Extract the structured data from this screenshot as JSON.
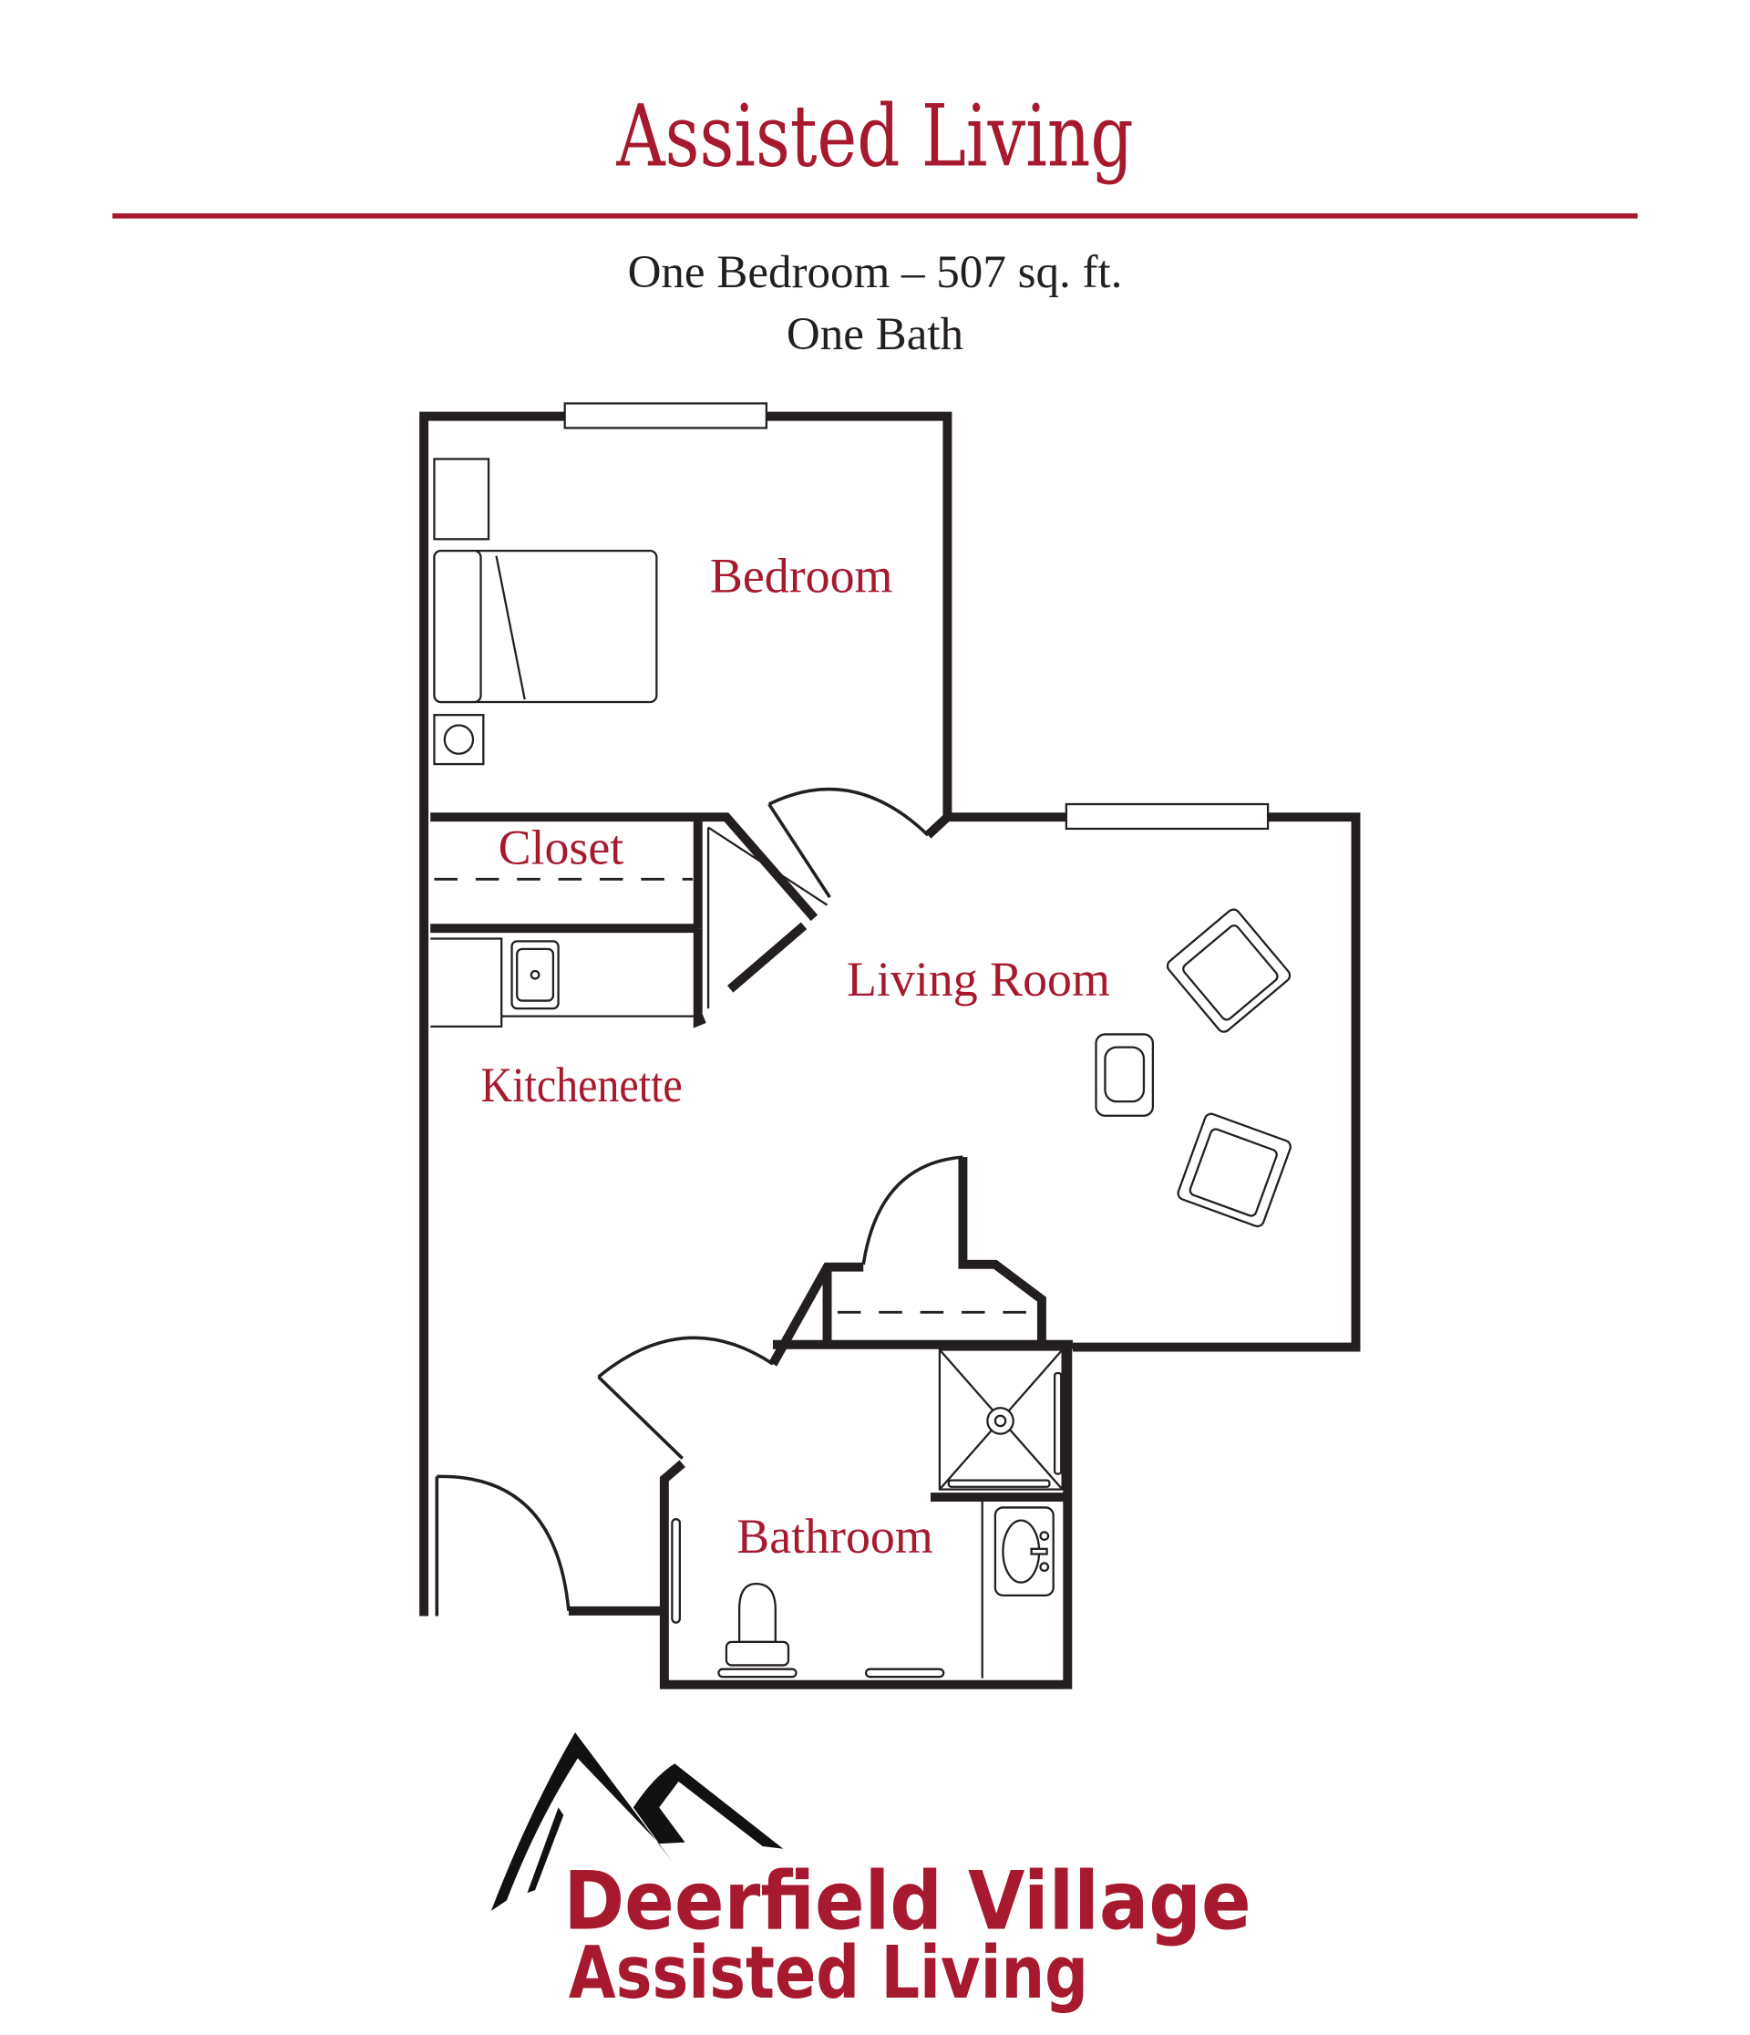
{
  "header": {
    "title": "Assisted Living",
    "unit_line": "One Bedroom – 507 sq. ft.",
    "bath_line": "One Bath"
  },
  "floor_plan": {
    "rooms": {
      "bedroom": "Bedroom",
      "closet": "Closet",
      "kitchenette": "Kitchenette",
      "living_room": "Living Room",
      "bathroom": "Bathroom"
    }
  },
  "logo": {
    "line1": "Deerfield Village",
    "line2": "Assisted Living"
  },
  "colors": {
    "accent": "#a6192e",
    "ink": "#231f20"
  }
}
